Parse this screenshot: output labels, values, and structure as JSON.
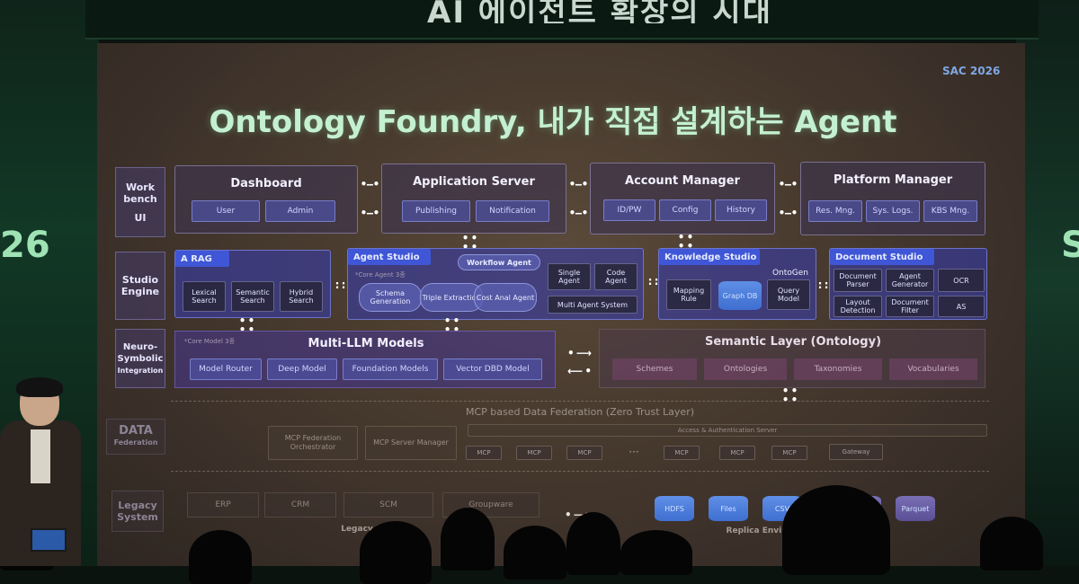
{
  "banner": {
    "text": "AI 에이전트 확장의 시대"
  },
  "side_numbers": {
    "left": "26",
    "right": "S"
  },
  "screen": {
    "badge": "SAC 2026",
    "title": "Ontology Foundry, 내가 직접 설계하는 Agent"
  },
  "rows": {
    "workbench": {
      "line1": "Work",
      "line2": "bench",
      "line3": "UI"
    },
    "studio": {
      "line1": "Studio",
      "line2": "Engine"
    },
    "neuro": {
      "line1": "Neuro-",
      "line2": "Symbolic",
      "line3": "Integration"
    },
    "data": {
      "line1": "DATA",
      "line2": "Federation"
    },
    "legacy": {
      "line1": "Legacy",
      "line2": "System"
    }
  },
  "workbench": {
    "dashboard": {
      "title": "Dashboard",
      "items": [
        "User",
        "Admin"
      ]
    },
    "app_server": {
      "title": "Application Server",
      "items": [
        "Publishing",
        "Notification"
      ]
    },
    "account": {
      "title": "Account Manager",
      "items": [
        "ID/PW",
        "Config",
        "History"
      ]
    },
    "platform": {
      "title": "Platform Manager",
      "items": [
        "Res. Mng.",
        "Sys. Logs.",
        "KBS Mng."
      ]
    }
  },
  "studio": {
    "arag": {
      "tag": "A RAG",
      "items": [
        "Lexical Search",
        "Semantic Search",
        "Hybrid Search"
      ]
    },
    "agent_studio": {
      "tag": "Agent Studio",
      "workflow": "Workflow Agent",
      "note": "*Core Agent 3종",
      "core": [
        "Schema Generation",
        "Triple Extraction",
        "Cost Anal Agent"
      ],
      "side": [
        "Single Agent",
        "Code Agent"
      ],
      "multi": "Multi Agent System"
    },
    "knowledge": {
      "tag": "Knowledge Studio",
      "mapping": "Mapping Rule",
      "cyl": "Graph DB",
      "ontogen": "OntoGen",
      "query": "Query Model"
    },
    "document": {
      "tag": "Document Studio",
      "items": [
        "Document Parser",
        "Agent Generator",
        "OCR",
        "Layout Detection",
        "Document Filter",
        "AS"
      ]
    }
  },
  "neuro": {
    "multi_llm": {
      "title": "Multi-LLM Models",
      "note": "*Core Model 3종",
      "items": [
        "Model Router",
        "Deep Model",
        "Foundation Models",
        "Vector DBD Model"
      ]
    },
    "semantic": {
      "title": "Semantic Layer (Ontology)",
      "items": [
        "Schemes",
        "Ontologies",
        "Taxonomies",
        "Vocabularies"
      ]
    }
  },
  "data": {
    "title": "MCP based Data Federation (Zero Trust Layer)",
    "left": [
      "MCP Federation Orchestrator",
      "MCP Server Manager"
    ],
    "access": "Access & Authentication Server",
    "mcps": [
      "MCP",
      "MCP",
      "MCP",
      "···",
      "MCP",
      "MCP",
      "MCP"
    ],
    "gateway": "Gateway"
  },
  "legacy": {
    "items": [
      "ERP",
      "CRM",
      "SCM",
      "Groupware"
    ],
    "label": "Legacy Systems",
    "replicas": [
      "HDFS",
      "Files",
      "CSV",
      "",
      "Parquet"
    ],
    "replica_label": "Replica Environment"
  },
  "colors": {
    "title": "#c4f0d2",
    "accent_blue": "#3f56d6",
    "screen": "#4a3c2f"
  }
}
